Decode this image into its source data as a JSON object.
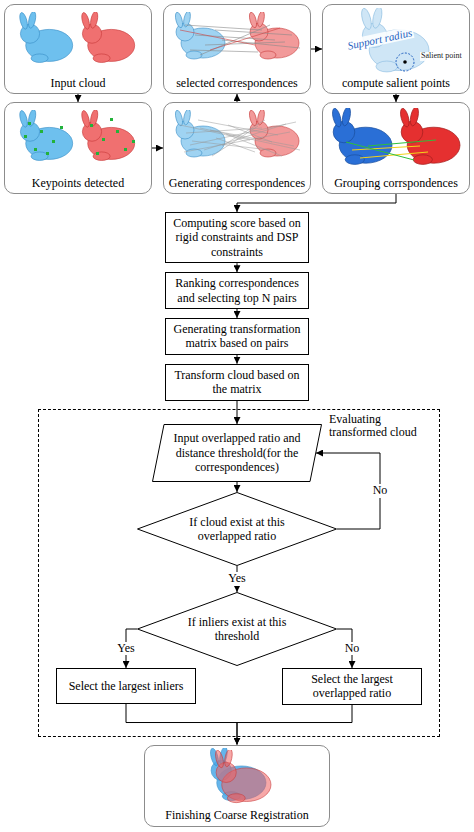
{
  "diagram": {
    "nodes": [
      {
        "text": [
          "Input cloud"
        ]
      },
      {
        "text": [
          "selected correspondences"
        ]
      },
      {
        "text": [
          "compute salient points"
        ]
      },
      {
        "text": [
          "Keypoints detected"
        ]
      },
      {
        "text": [
          "Generating correspondences"
        ]
      },
      {
        "text": [
          "Grouping corrspondences"
        ]
      },
      {
        "text": [
          "Computing score based on rigid constraints and DSP constraints"
        ]
      },
      {
        "text": [
          "Ranking correspondences and selecting top N pairs"
        ]
      },
      {
        "text": [
          "Generating transformation matrix based on pairs"
        ]
      },
      {
        "text": [
          "Transform cloud based on the matrix"
        ]
      },
      {
        "text": [
          "Evaluating transformed cloud"
        ]
      },
      {
        "text": [
          "Input overlapped ratio and distance threshold(for the correspondences)"
        ],
        "in": 10
      },
      {
        "text": [
          "If cloud exist at this overlapped ratio"
        ],
        "in": 10
      },
      {
        "text": [
          "If inliers exist at this threshold"
        ],
        "in": 10
      },
      {
        "text": [
          "Select the largest inliers"
        ],
        "in": 10
      },
      {
        "text": [
          "Select the largest overlapped ratio"
        ],
        "in": 10
      },
      {
        "text": [
          "Finishing Coarse Registration"
        ]
      }
    ],
    "edges": [
      {
        "from": 0,
        "to": 3,
        "arrow": "to"
      },
      {
        "from": 3,
        "to": 4,
        "arrow": "to"
      },
      {
        "from": 4,
        "to": 1,
        "arrow": "to"
      },
      {
        "from": 1,
        "to": 2,
        "arrow": "to"
      },
      {
        "from": 2,
        "to": 5,
        "arrow": "to"
      },
      {
        "from": 5,
        "to": 6,
        "arrow": "to"
      },
      {
        "from": 6,
        "to": 7,
        "arrow": "to"
      },
      {
        "from": 7,
        "to": 8,
        "arrow": "to"
      },
      {
        "from": 8,
        "to": 9,
        "arrow": "to"
      },
      {
        "from": 9,
        "to": 11,
        "arrow": "to"
      },
      {
        "from": 11,
        "to": 12,
        "arrow": "to"
      },
      {
        "from": 12,
        "to": 11,
        "label": "No",
        "arrow": "to"
      },
      {
        "from": 12,
        "to": 13,
        "label": "Yes",
        "arrow": "to"
      },
      {
        "from": 13,
        "to": 14,
        "label": "Yes",
        "arrow": "to"
      },
      {
        "from": 13,
        "to": 15,
        "label": "No",
        "arrow": "to"
      },
      {
        "from": 14,
        "to": 16,
        "arrow": "to"
      },
      {
        "from": 15,
        "to": 16,
        "arrow": "to"
      }
    ],
    "labels": [
      "Support radius",
      "Salient point"
    ]
  }
}
